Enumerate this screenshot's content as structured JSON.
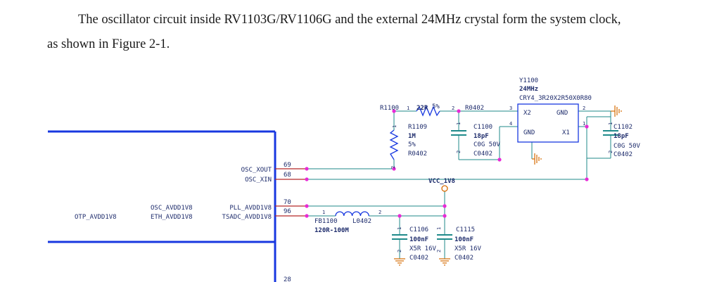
{
  "paragraph": {
    "line1": "The oscillator circuit inside RV1103G/RV1106G and the external 24MHz crystal form the system clock,",
    "line2": "as shown in Figure 2-1."
  },
  "schematic": {
    "chip": {
      "pins": [
        {
          "number": "69",
          "name": "OSC_XOUT"
        },
        {
          "number": "68",
          "name": "OSC_XIN"
        },
        {
          "number": "70",
          "name_left": "OSC_AVDD1V8",
          "name_right": "PLL_AVDD1V8"
        },
        {
          "number": "96",
          "name_left": "ETH_AVDD1V8",
          "name_right": "TSADC_AVDD1V8"
        },
        {
          "number": "28"
        }
      ],
      "net_left": "OTP_AVDD1V8"
    },
    "r1100": {
      "ref": "R1100",
      "pin1": "1",
      "value": "22R",
      "tol": "5%",
      "pin2": "2",
      "package": "R0402"
    },
    "r1109": {
      "ref": "R1109",
      "value": "1M",
      "tol": "5%",
      "package": "R0402",
      "pin1": "1",
      "pin2": "2"
    },
    "c1100": {
      "ref": "C1100",
      "value": "18pF",
      "rating": "C0G 50V",
      "package": "C0402",
      "pin1": "1",
      "pin2": "2"
    },
    "y1100": {
      "ref": "Y1100",
      "freq": "24MHz",
      "part": "CRY4_3R20X2R50X0R80",
      "pin_x2": "X2",
      "pin_gnd_top": "GND",
      "pin_gnd_bottom": "GND",
      "pin_x1": "X1",
      "pin3": "3",
      "pin4": "4",
      "pin2": "2",
      "pin1": "1"
    },
    "c1102": {
      "ref": "C1102",
      "value": "18pF",
      "rating": "C0G 50V",
      "package": "C0402",
      "pin1": "1",
      "pin2": "2"
    },
    "vcc_label": "VCC_1V8",
    "fb1100": {
      "ref": "FB1100",
      "package": "L0402",
      "value": "120R-100M",
      "pin1": "1",
      "pin2": "2"
    },
    "c1106": {
      "ref": "C1106",
      "value": "100nF",
      "rating": "X5R 16V",
      "package": "C0402",
      "pin1": "1",
      "pin2": "2"
    },
    "c1115": {
      "ref": "C1115",
      "value": "100nF",
      "rating": "X5R 16V",
      "package": "C0402",
      "pin1": "1",
      "pin2": "2"
    }
  }
}
